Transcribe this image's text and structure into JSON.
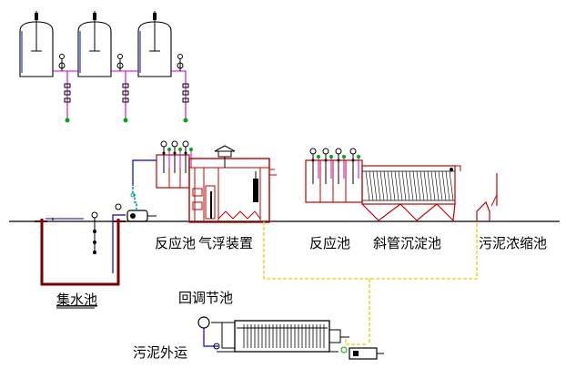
{
  "labels": {
    "collection_tank": "集水池",
    "reaction_tank_1": "反应池",
    "air_flotation": "气浮装置",
    "reaction_tank_2": "反应池",
    "inclined_tube_settler": "斜管沉淀池",
    "sludge_thickener": "污泥浓缩池",
    "equalization_tank": "回调节池",
    "sludge_disposal": "污泥外运"
  },
  "colors": {
    "tank_wall": "#7a0000",
    "pipe_red": "#c00000",
    "pipe_blue": "#0000cc",
    "pipe_yellow": "#e6d200",
    "pipe_magenta": "#cc00cc",
    "pipe_cyan": "#00a6a6",
    "node_green": "#00aa00",
    "equipment": "#000000"
  },
  "icons": {
    "dosing_tank": "cylinder-tank-icon",
    "pump": "pump-icon",
    "valve": "valve-icon",
    "agitator": "agitator-icon",
    "filter_press": "filter-press-icon"
  }
}
